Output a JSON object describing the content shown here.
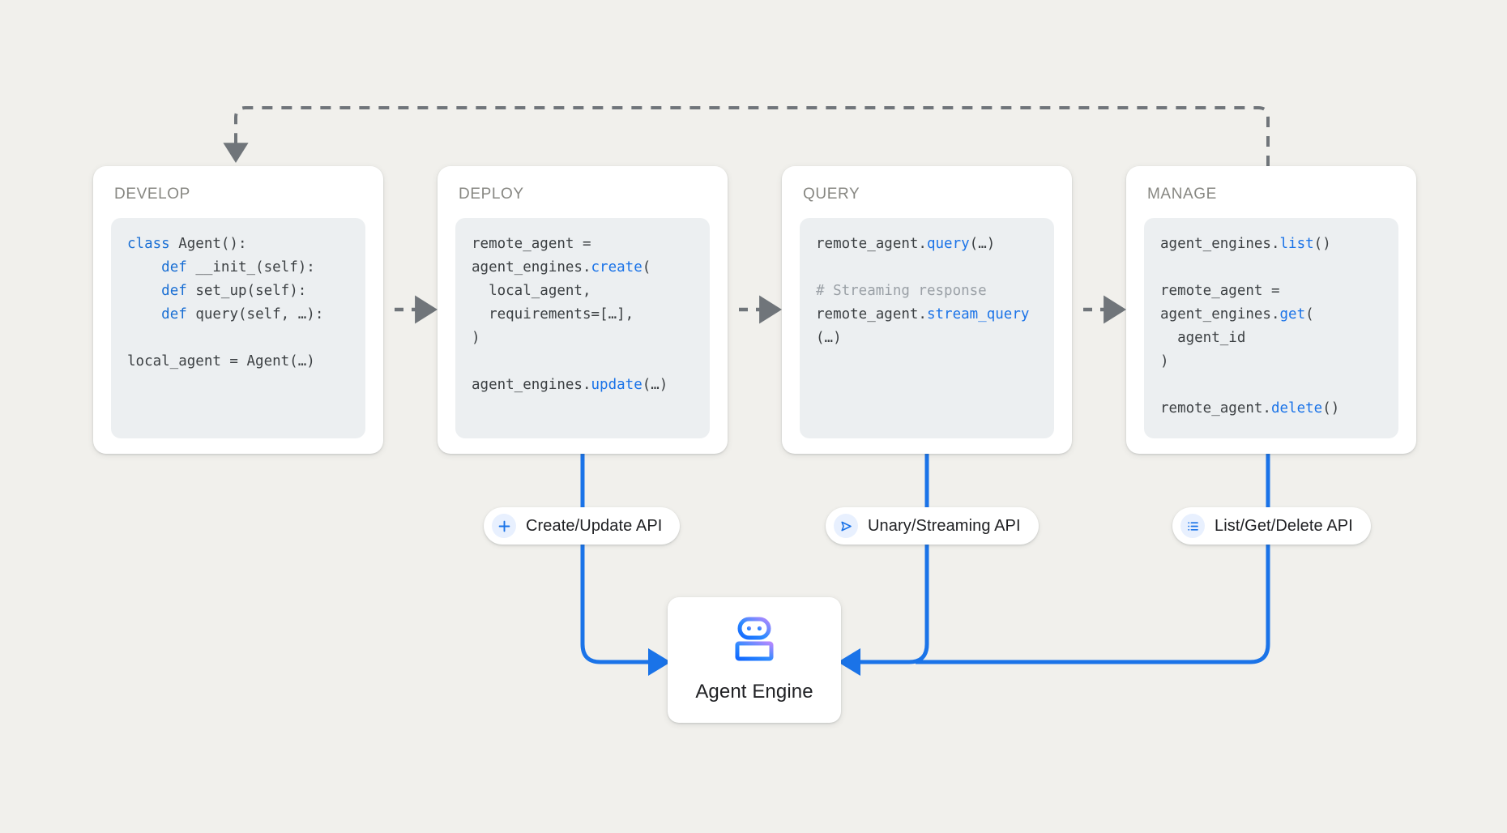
{
  "canvas": {
    "background_color": "#f1f0ec",
    "accent_blue": "#1a73e8",
    "dashed_gray": "#70757a",
    "code_bg": "#eceff1",
    "card_bg": "#ffffff"
  },
  "stages": [
    {
      "id": "develop",
      "title": "DEVELOP",
      "code_lines": [
        [
          {
            "t": "class ",
            "c": "kw"
          },
          {
            "t": "Agent():",
            "c": ""
          }
        ],
        [
          {
            "t": "    ",
            "c": ""
          },
          {
            "t": "def ",
            "c": "kw"
          },
          {
            "t": "__init_(self):",
            "c": ""
          }
        ],
        [
          {
            "t": "    ",
            "c": ""
          },
          {
            "t": "def ",
            "c": "kw"
          },
          {
            "t": "set_up(self):",
            "c": ""
          }
        ],
        [
          {
            "t": "    ",
            "c": ""
          },
          {
            "t": "def ",
            "c": "kw"
          },
          {
            "t": "query(self, …):",
            "c": ""
          }
        ],
        [
          {
            "t": "",
            "c": ""
          }
        ],
        [
          {
            "t": "local_agent = Agent(…)",
            "c": ""
          }
        ]
      ]
    },
    {
      "id": "deploy",
      "title": "DEPLOY",
      "code_lines": [
        [
          {
            "t": "remote_agent =",
            "c": ""
          }
        ],
        [
          {
            "t": "agent_engines.",
            "c": ""
          },
          {
            "t": "create",
            "c": "fn"
          },
          {
            "t": "(",
            "c": ""
          }
        ],
        [
          {
            "t": "  local_agent,",
            "c": ""
          }
        ],
        [
          {
            "t": "  requirements=[…],",
            "c": ""
          }
        ],
        [
          {
            "t": ")",
            "c": ""
          }
        ],
        [
          {
            "t": "",
            "c": ""
          }
        ],
        [
          {
            "t": "agent_engines.",
            "c": ""
          },
          {
            "t": "update",
            "c": "fn"
          },
          {
            "t": "(…)",
            "c": ""
          }
        ]
      ]
    },
    {
      "id": "query",
      "title": "QUERY",
      "code_lines": [
        [
          {
            "t": "remote_agent.",
            "c": ""
          },
          {
            "t": "query",
            "c": "fn"
          },
          {
            "t": "(…)",
            "c": ""
          }
        ],
        [
          {
            "t": "",
            "c": ""
          }
        ],
        [
          {
            "t": "# Streaming response",
            "c": "cm"
          }
        ],
        [
          {
            "t": "remote_agent.",
            "c": ""
          },
          {
            "t": "stream_query",
            "c": "fn"
          }
        ],
        [
          {
            "t": "(…)",
            "c": ""
          }
        ]
      ]
    },
    {
      "id": "manage",
      "title": "MANAGE",
      "code_lines": [
        [
          {
            "t": "agent_engines.",
            "c": ""
          },
          {
            "t": "list",
            "c": "fn"
          },
          {
            "t": "()",
            "c": ""
          }
        ],
        [
          {
            "t": "",
            "c": ""
          }
        ],
        [
          {
            "t": "remote_agent =",
            "c": ""
          }
        ],
        [
          {
            "t": "agent_engines.",
            "c": ""
          },
          {
            "t": "get",
            "c": "fn"
          },
          {
            "t": "(",
            "c": ""
          }
        ],
        [
          {
            "t": "  agent_id",
            "c": ""
          }
        ],
        [
          {
            "t": ")",
            "c": ""
          }
        ],
        [
          {
            "t": "",
            "c": ""
          }
        ],
        [
          {
            "t": "remote_agent.",
            "c": ""
          },
          {
            "t": "delete",
            "c": "fn"
          },
          {
            "t": "()",
            "c": ""
          }
        ]
      ]
    }
  ],
  "api_pills": [
    {
      "id": "create-update",
      "label": "Create/Update API",
      "icon": "plus-icon"
    },
    {
      "id": "unary-streaming",
      "label": "Unary/Streaming API",
      "icon": "send-icon"
    },
    {
      "id": "list-get-delete",
      "label": "List/Get/Delete API",
      "icon": "list-icon"
    }
  ],
  "agent_engine": {
    "label": "Agent Engine",
    "icon": "robot-icon"
  },
  "connectors": {
    "stage_flow_style": "dashed-arrow",
    "feedback_loop_style": "dashed-arrow",
    "api_flow_style": "solid-blue-arrow"
  }
}
